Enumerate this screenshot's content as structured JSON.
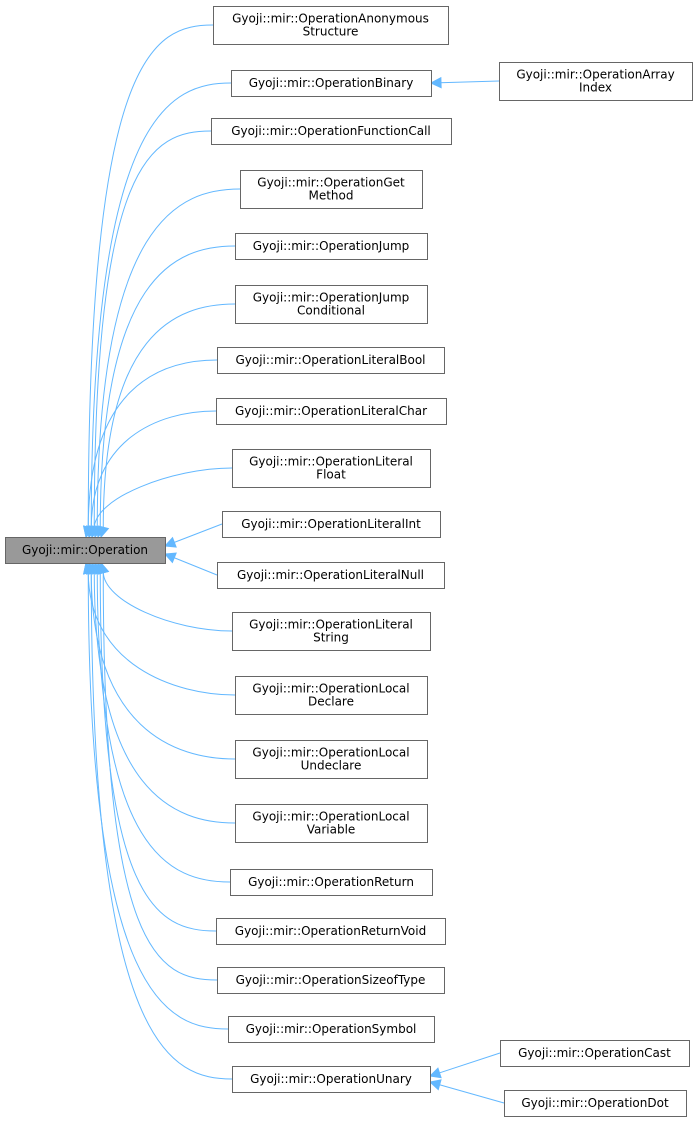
{
  "root": {
    "label": "Gyoji::mir::Operation"
  },
  "subclasses": [
    {
      "id": "anonymous-structure",
      "lines": [
        "Gyoji::mir::OperationAnonymous",
        "Structure"
      ]
    },
    {
      "id": "binary",
      "lines": [
        "Gyoji::mir::OperationBinary"
      ]
    },
    {
      "id": "function-call",
      "lines": [
        "Gyoji::mir::OperationFunctionCall"
      ]
    },
    {
      "id": "get-method",
      "lines": [
        "Gyoji::mir::OperationGet",
        "Method"
      ]
    },
    {
      "id": "jump",
      "lines": [
        "Gyoji::mir::OperationJump"
      ]
    },
    {
      "id": "jump-conditional",
      "lines": [
        "Gyoji::mir::OperationJump",
        "Conditional"
      ]
    },
    {
      "id": "literal-bool",
      "lines": [
        "Gyoji::mir::OperationLiteralBool"
      ]
    },
    {
      "id": "literal-char",
      "lines": [
        "Gyoji::mir::OperationLiteralChar"
      ]
    },
    {
      "id": "literal-float",
      "lines": [
        "Gyoji::mir::OperationLiteral",
        "Float"
      ]
    },
    {
      "id": "literal-int",
      "lines": [
        "Gyoji::mir::OperationLiteralInt"
      ]
    },
    {
      "id": "literal-null",
      "lines": [
        "Gyoji::mir::OperationLiteralNull"
      ]
    },
    {
      "id": "literal-string",
      "lines": [
        "Gyoji::mir::OperationLiteral",
        "String"
      ]
    },
    {
      "id": "local-declare",
      "lines": [
        "Gyoji::mir::OperationLocal",
        "Declare"
      ]
    },
    {
      "id": "local-undeclare",
      "lines": [
        "Gyoji::mir::OperationLocal",
        "Undeclare"
      ]
    },
    {
      "id": "local-variable",
      "lines": [
        "Gyoji::mir::OperationLocal",
        "Variable"
      ]
    },
    {
      "id": "return",
      "lines": [
        "Gyoji::mir::OperationReturn"
      ]
    },
    {
      "id": "return-void",
      "lines": [
        "Gyoji::mir::OperationReturnVoid"
      ]
    },
    {
      "id": "sizeof-type",
      "lines": [
        "Gyoji::mir::OperationSizeofType"
      ]
    },
    {
      "id": "symbol",
      "lines": [
        "Gyoji::mir::OperationSymbol"
      ]
    },
    {
      "id": "unary",
      "lines": [
        "Gyoji::mir::OperationUnary"
      ]
    }
  ],
  "grandchildren": [
    {
      "id": "array-index",
      "parent": "binary",
      "lines": [
        "Gyoji::mir::OperationArray",
        "Index"
      ]
    },
    {
      "id": "cast",
      "parent": "unary",
      "lines": [
        "Gyoji::mir::OperationCast"
      ]
    },
    {
      "id": "dot",
      "parent": "unary",
      "lines": [
        "Gyoji::mir::OperationDot"
      ]
    }
  ],
  "colors": {
    "edge": "#63b8ff",
    "root_fill": "#999999",
    "node_border": "#666666"
  }
}
